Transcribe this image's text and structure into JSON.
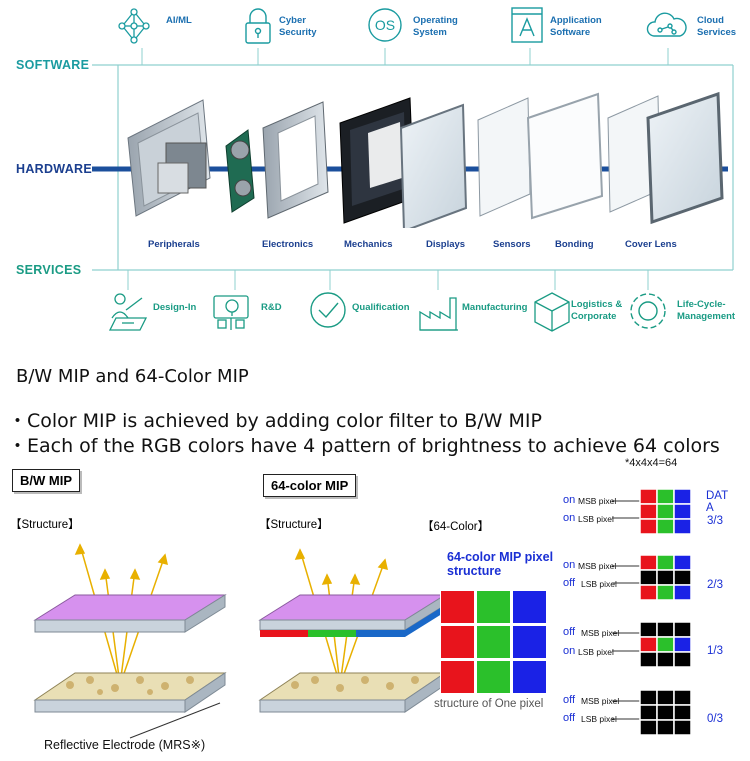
{
  "top": {
    "software_label": "SOFTWARE",
    "hardware_label": "HARDWARE",
    "services_label": "SERVICES",
    "software_items": [
      {
        "icon": "network-icon",
        "label": "AI/ML"
      },
      {
        "icon": "lock-icon",
        "label": "Cyber\nSecurity"
      },
      {
        "icon": "os-icon",
        "label": "Operating\nSystem"
      },
      {
        "icon": "app-window-icon",
        "label": "Application\nSoftware"
      },
      {
        "icon": "cloud-icon",
        "label": "Cloud\nServices"
      }
    ],
    "hardware_layers": [
      "Peripherals",
      "Electronics",
      "Mechanics",
      "Displays",
      "Sensors",
      "Bonding",
      "Cover Lens"
    ],
    "service_items": [
      {
        "icon": "design-icon",
        "label": "Design-In"
      },
      {
        "icon": "research-icon",
        "label": "R&D"
      },
      {
        "icon": "check-icon",
        "label": "Qualification"
      },
      {
        "icon": "factory-icon",
        "label": "Manufacturing"
      },
      {
        "icon": "box-icon",
        "label": "Logistics &\nCorporate"
      },
      {
        "icon": "cycle-icon",
        "label": "Life-Cycle-\nManagement"
      }
    ]
  },
  "mip": {
    "title": "B/W MIP and 64-Color MIP",
    "bullets": [
      "・Color MIP is achieved by adding color filter to B/W MIP",
      "・Each of the RGB colors have 4 pattern of brightness to achieve 64 colors"
    ],
    "footnote": "*4x4x4=64",
    "bw_title": "B/W MIP",
    "color_title": "64-color MIP",
    "structure_label": "【Structure】",
    "color64_label": "【64-Color】",
    "pixel_structure_title": "64-color MIP pixel structure",
    "one_pixel_caption": "structure of One pixel",
    "electrode_caption": "Reflective Electrode (MRS※)",
    "msb_label": "MSB pixel",
    "lsb_label": "LSB pixel",
    "data_header": "DATA",
    "levels": [
      {
        "msb": "on",
        "lsb": "on",
        "ratio": "3/3"
      },
      {
        "msb": "on",
        "lsb": "off",
        "ratio": "2/3"
      },
      {
        "msb": "off",
        "lsb": "on",
        "ratio": "1/3"
      },
      {
        "msb": "off",
        "lsb": "off",
        "ratio": "0/3"
      }
    ],
    "colors": {
      "red": "#e8141c",
      "green": "#2bc02b",
      "blue": "#1a22e6",
      "black": "#000000",
      "onoff": "#1a2fd4"
    }
  }
}
